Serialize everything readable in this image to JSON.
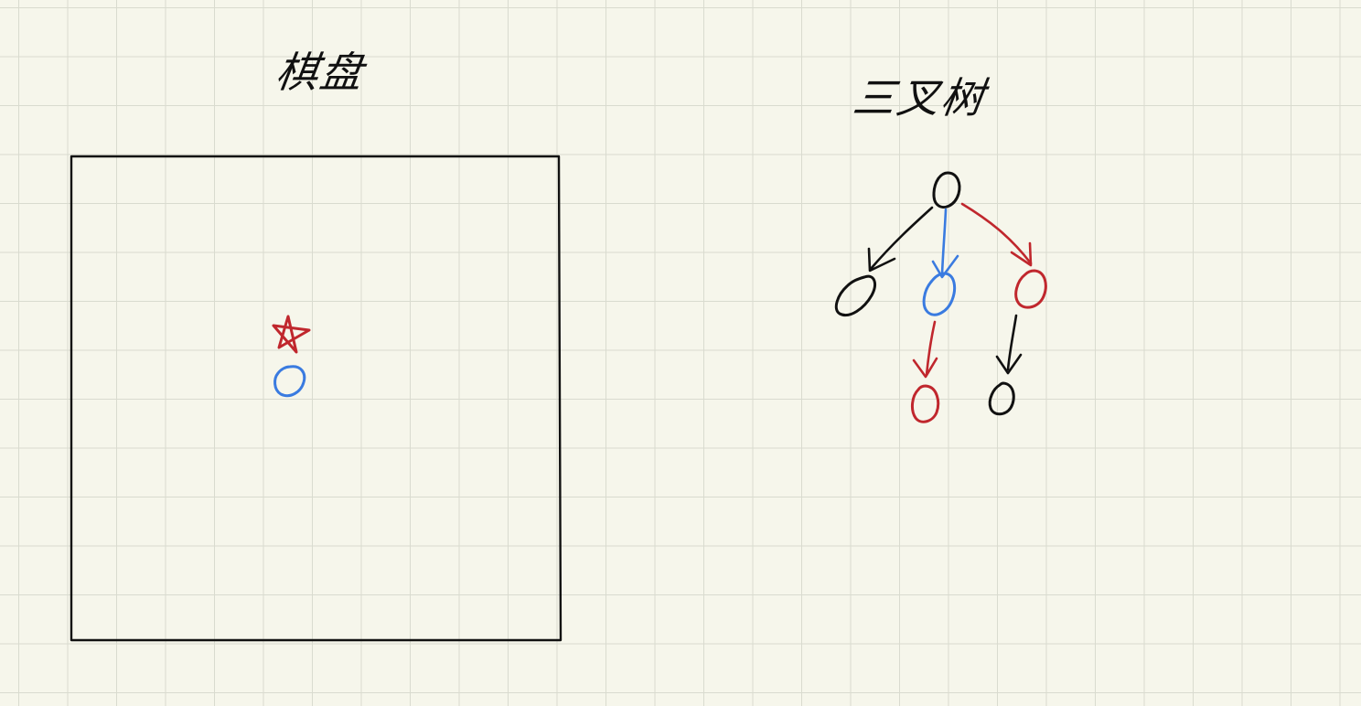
{
  "canvas": {
    "background_color": "#f6f6eb",
    "grid_color": "#d9dbcf"
  },
  "left_panel": {
    "title": "棋盘",
    "pieces": [
      {
        "shape": "star",
        "color": "#c0272d"
      },
      {
        "shape": "circle",
        "color": "#3a7be0"
      }
    ]
  },
  "right_panel": {
    "title": "三叉树",
    "colors": {
      "black": "#111111",
      "red": "#c0272d",
      "blue": "#3a7be0"
    }
  }
}
